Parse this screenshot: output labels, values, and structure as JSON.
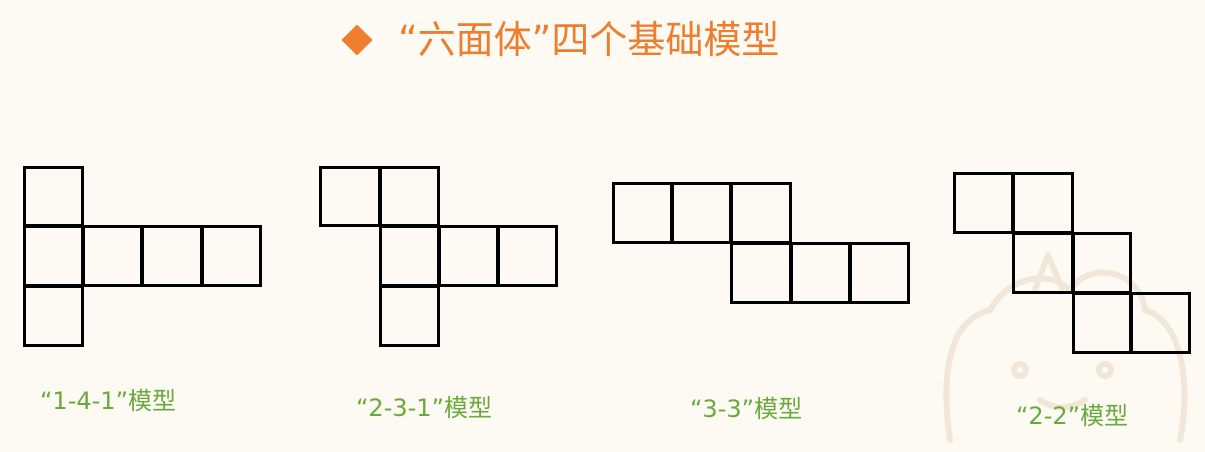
{
  "title": {
    "text": "“六面体”四个基础模型",
    "color": "#ee7e2f"
  },
  "models": [
    {
      "label": "“1-4-1”模型"
    },
    {
      "label": "“2-3-1”模型"
    },
    {
      "label": "“3-3”模型"
    },
    {
      "label": "“2-2”模型"
    }
  ],
  "colors": {
    "label": "#6aaa3c",
    "line": "#000000",
    "background": "#fdf9f3"
  }
}
